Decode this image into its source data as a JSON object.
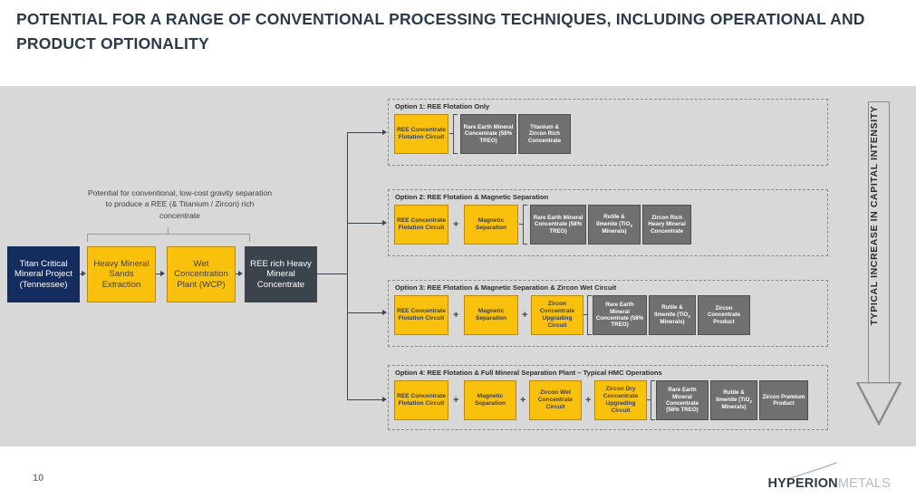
{
  "title": "POTENTIAL FOR A RANGE OF CONVENTIONAL PROCESSING TECHNIQUES, INCLUDING OPERATIONAL AND PRODUCT OPTIONALITY",
  "lead_chain": {
    "caption": "Potential for conventional, low-cost gravity separation to produce a REE (& Titanium / Zircon) rich concentrate",
    "boxes": [
      {
        "label": "Titan Critical Mineral Project (Tennessee)",
        "style": "navy"
      },
      {
        "label": "Heavy Mineral Sands Extraction",
        "style": "gold"
      },
      {
        "label": "Wet Concentration Plant (WCP)",
        "style": "gold"
      },
      {
        "label": "REE rich Heavy Mineral Concentrate",
        "style": "dark"
      }
    ]
  },
  "options": [
    {
      "title": "Option 1: REE Flotation Only",
      "circuits": [
        "REE Concentrate Flotation Circuit"
      ],
      "products": [
        "Rare Earth Mineral Concentrate (58% TREO)",
        "Titanium & Zircon Rich Concentrate"
      ]
    },
    {
      "title": "Option 2: REE Flotation & Magnetic Separation",
      "circuits": [
        "REE Concentrate Flotation Circuit",
        "Magnetic Separation"
      ],
      "products": [
        "Rare Earth Mineral Concentrate (58% TREO)",
        "Rutile & Ilmenite (TiO2 Minerals)",
        "Zircon Rich Heavy Mineral Concentrate"
      ]
    },
    {
      "title": "Option 3: REE Flotation & Magnetic Separation & Zircon Wet Circuit",
      "circuits": [
        "REE Concentrate Flotation Circuit",
        "Magnetic Separation",
        "Zircon Concentrate Upgrading Circuit"
      ],
      "products": [
        "Rare Earth Mineral Concentrate (58% TREO)",
        "Rutile & Ilmenite (TiO2 Minerals)",
        "Zircon Concentrate Product"
      ]
    },
    {
      "title": "Option 4: REE Flotation & Full Mineral Separation Plant – Typical HMC Operations",
      "circuits": [
        "REE Concentrate Flotation Circuit",
        "Magnetic Separation",
        "Zircon Wet Concentrate Circuit",
        "Zircon Dry Concentrate Upgrading Circuit"
      ],
      "products": [
        "Rare Earth Mineral Concentrate (58% TREO)",
        "Rutile & Ilmenite (TiO2 Minerals)",
        "Zircon Premium Product"
      ]
    }
  ],
  "capital_arrow": {
    "label": "TYPICAL INCREASE IN CAPITAL INTENSITY"
  },
  "plus_symbol": "+",
  "footer": {
    "page_number": "10",
    "logo_primary": "HYPERION",
    "logo_secondary": "METALS"
  },
  "colors": {
    "navy": "#152C5E",
    "gold": "#F9C00C",
    "dark_slate": "#3B434C",
    "grey_product": "#707070",
    "canvas_bg": "#D8D8D8",
    "title_text": "#2B3A4A"
  }
}
